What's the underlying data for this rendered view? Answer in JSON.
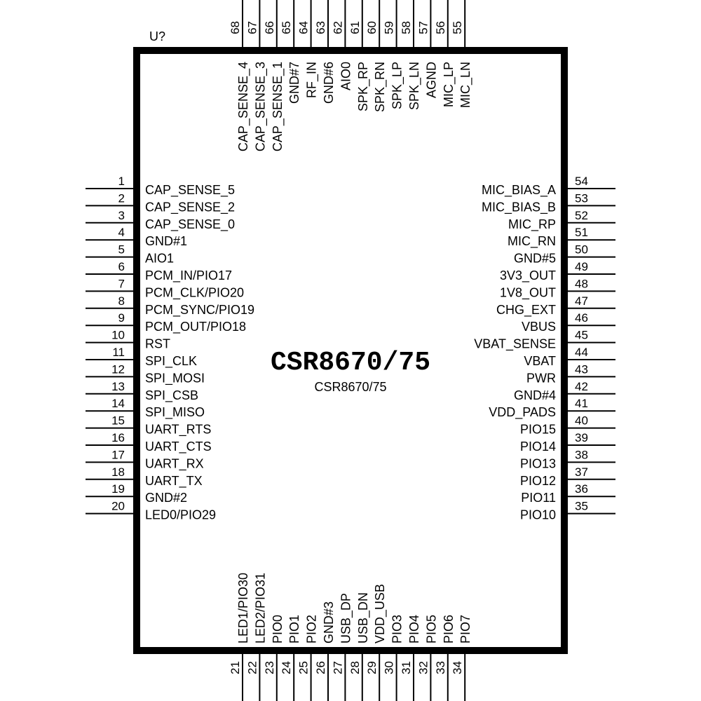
{
  "schematic": {
    "ref_designator": "U?",
    "part_title": "CSR8670/75",
    "part_value": "CSR8670/75",
    "left_pins": [
      {
        "num": "1",
        "label": "CAP_SENSE_5"
      },
      {
        "num": "2",
        "label": "CAP_SENSE_2"
      },
      {
        "num": "3",
        "label": "CAP_SENSE_0"
      },
      {
        "num": "4",
        "label": "GND#1"
      },
      {
        "num": "5",
        "label": "AIO1"
      },
      {
        "num": "6",
        "label": "PCM_IN/PIO17"
      },
      {
        "num": "7",
        "label": "PCM_CLK/PIO20"
      },
      {
        "num": "8",
        "label": "PCM_SYNC/PIO19"
      },
      {
        "num": "9",
        "label": "PCM_OUT/PIO18"
      },
      {
        "num": "10",
        "label": "RST"
      },
      {
        "num": "11",
        "label": "SPI_CLK"
      },
      {
        "num": "12",
        "label": "SPI_MOSI"
      },
      {
        "num": "13",
        "label": "SPI_CSB"
      },
      {
        "num": "14",
        "label": "SPI_MISO"
      },
      {
        "num": "15",
        "label": "UART_RTS"
      },
      {
        "num": "16",
        "label": "UART_CTS"
      },
      {
        "num": "17",
        "label": "UART_RX"
      },
      {
        "num": "18",
        "label": "UART_TX"
      },
      {
        "num": "19",
        "label": "GND#2"
      },
      {
        "num": "20",
        "label": "LED0/PIO29"
      }
    ],
    "right_pins": [
      {
        "num": "54",
        "label": "MIC_BIAS_A"
      },
      {
        "num": "53",
        "label": "MIC_BIAS_B"
      },
      {
        "num": "52",
        "label": "MIC_RP"
      },
      {
        "num": "51",
        "label": "MIC_RN"
      },
      {
        "num": "50",
        "label": "GND#5"
      },
      {
        "num": "49",
        "label": "3V3_OUT"
      },
      {
        "num": "48",
        "label": "1V8_OUT"
      },
      {
        "num": "47",
        "label": "CHG_EXT"
      },
      {
        "num": "46",
        "label": "VBUS"
      },
      {
        "num": "45",
        "label": "VBAT_SENSE"
      },
      {
        "num": "44",
        "label": "VBAT"
      },
      {
        "num": "43",
        "label": "PWR"
      },
      {
        "num": "42",
        "label": "GND#4"
      },
      {
        "num": "41",
        "label": "VDD_PADS"
      },
      {
        "num": "40",
        "label": "PIO15"
      },
      {
        "num": "39",
        "label": "PIO14"
      },
      {
        "num": "38",
        "label": "PIO13"
      },
      {
        "num": "37",
        "label": "PIO12"
      },
      {
        "num": "36",
        "label": "PIO11"
      },
      {
        "num": "35",
        "label": "PIO10"
      }
    ],
    "top_pins": [
      {
        "num": "68",
        "label": "CAP_SENSE_4"
      },
      {
        "num": "67",
        "label": "CAP_SENSE_3"
      },
      {
        "num": "66",
        "label": "CAP_SENSE_1"
      },
      {
        "num": "65",
        "label": "GND#7"
      },
      {
        "num": "64",
        "label": "RF_IN"
      },
      {
        "num": "63",
        "label": "GND#6"
      },
      {
        "num": "62",
        "label": "AIO0"
      },
      {
        "num": "61",
        "label": "SPK_RP"
      },
      {
        "num": "60",
        "label": "SPK_RN"
      },
      {
        "num": "59",
        "label": "SPK_LP"
      },
      {
        "num": "58",
        "label": "SPK_LN"
      },
      {
        "num": "57",
        "label": "AGND"
      },
      {
        "num": "56",
        "label": "MIC_LP"
      },
      {
        "num": "55",
        "label": "MIC_LN"
      }
    ],
    "bottom_pins": [
      {
        "num": "21",
        "label": "LED1/PIO30"
      },
      {
        "num": "22",
        "label": "LED2/PIO31"
      },
      {
        "num": "23",
        "label": "PIO0"
      },
      {
        "num": "24",
        "label": "PIO1"
      },
      {
        "num": "25",
        "label": "PIO2"
      },
      {
        "num": "26",
        "label": "GND#3"
      },
      {
        "num": "27",
        "label": "USB_DP"
      },
      {
        "num": "28",
        "label": "USB_DN"
      },
      {
        "num": "29",
        "label": "VDD_USB"
      },
      {
        "num": "30",
        "label": "PIO3"
      },
      {
        "num": "31",
        "label": "PIO4"
      },
      {
        "num": "32",
        "label": "PIO5"
      },
      {
        "num": "33",
        "label": "PIO6"
      },
      {
        "num": "34",
        "label": "PIO7"
      }
    ],
    "colors": {
      "line": "#000000",
      "background": "#ffffff"
    }
  }
}
